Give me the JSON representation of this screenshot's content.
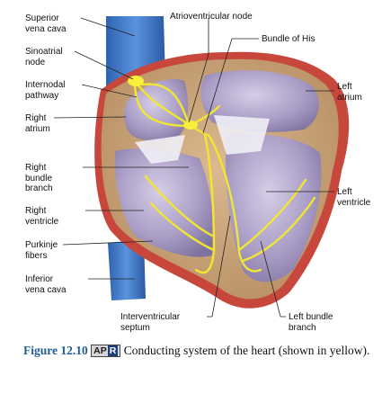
{
  "labels": {
    "superior_vena_cava": [
      "Superior",
      "vena cava"
    ],
    "sinoatrial_node": [
      "Sinoatrial",
      "node"
    ],
    "internodal_pathway": [
      "Internodal",
      "pathway"
    ],
    "right_atrium": [
      "Right",
      "atrium"
    ],
    "right_bundle_branch": [
      "Right",
      "bundle",
      "branch"
    ],
    "right_ventricle": [
      "Right",
      "ventricle"
    ],
    "purkinje_fibers": [
      "Purkinje",
      "fibers"
    ],
    "inferior_vena_cava": [
      "Inferior",
      "vena cava"
    ],
    "atrioventricular_node": [
      "Atrioventricular node"
    ],
    "bundle_of_his": [
      "Bundle of His"
    ],
    "left_atrium": [
      "Left",
      "atrium"
    ],
    "left_ventricle": [
      "Left",
      "ventricle"
    ],
    "interventricular_septum": [
      "Interventricular",
      "septum"
    ],
    "left_bundle_branch": [
      "Left bundle",
      "branch"
    ]
  },
  "caption": {
    "figure_number": "Figure 12.10",
    "badge_left": "AP",
    "badge_right": "R",
    "text": "Conducting system of the heart (shown in yellow)."
  },
  "colors": {
    "vena_cava": "#3a73c4",
    "myocardium": "#c9a37a",
    "chamber": "#a89bc4",
    "epicardium": "#c9463d",
    "conduction": "#f1e632"
  }
}
